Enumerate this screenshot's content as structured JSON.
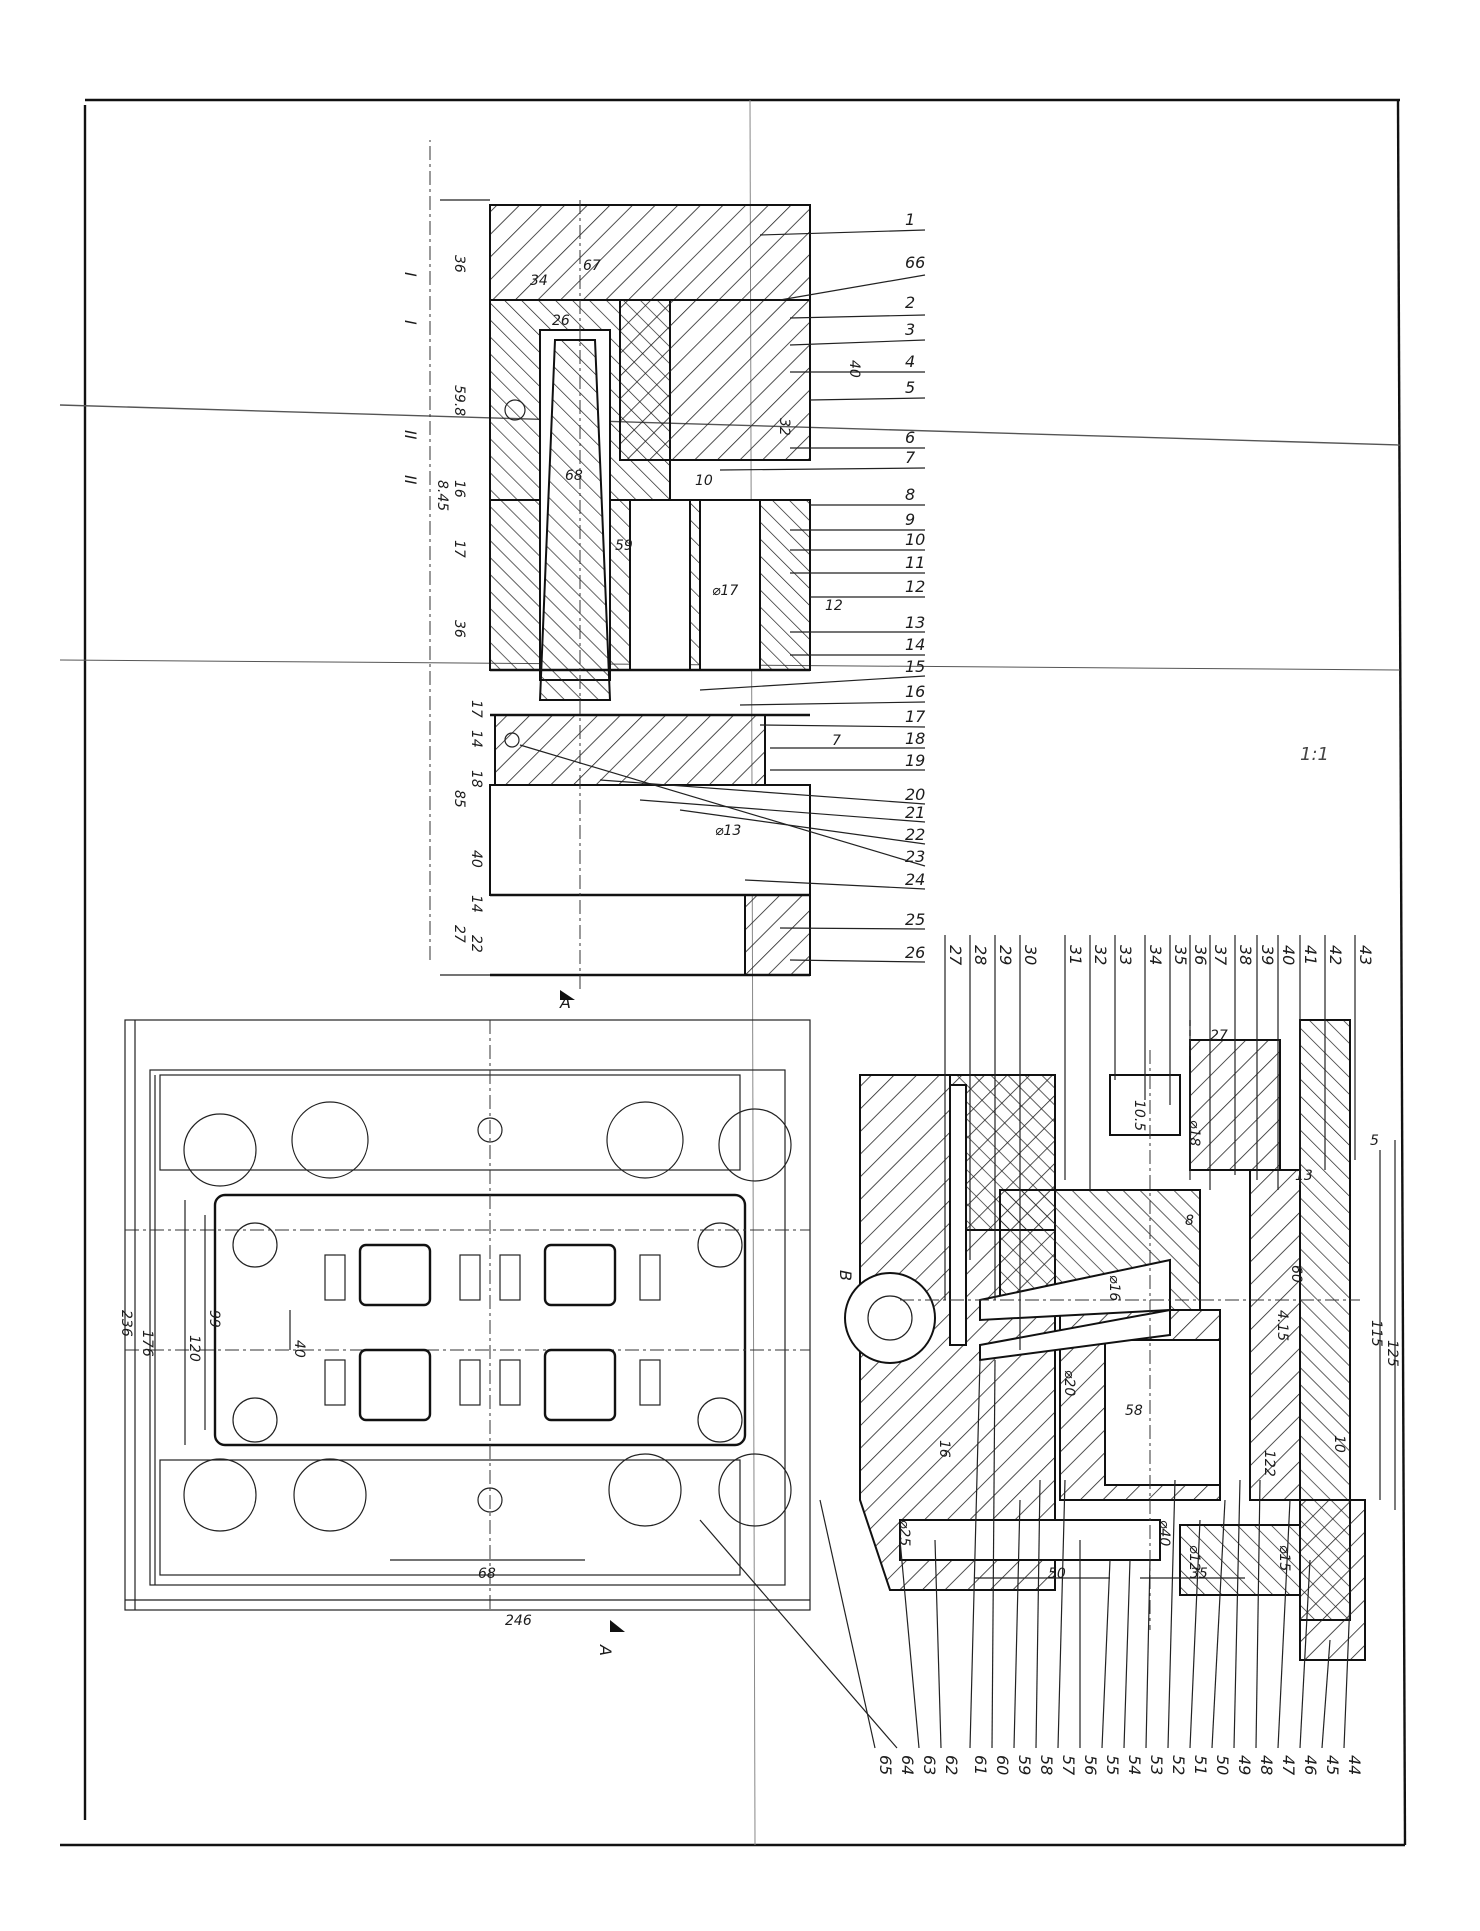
{
  "drawing": {
    "parts_upper": [
      "1",
      "66",
      "2",
      "3",
      "4",
      "5",
      "6",
      "7",
      "8",
      "9",
      "10",
      "11",
      "12",
      "13",
      "14",
      "15",
      "16",
      "17",
      "18",
      "19",
      "20",
      "21",
      "22",
      "23",
      "24",
      "25",
      "26"
    ],
    "parts_lower_top": [
      "27",
      "28",
      "29",
      "30",
      "31",
      "32",
      "33",
      "34",
      "35",
      "36",
      "37",
      "38",
      "39",
      "40",
      "41",
      "42",
      "43"
    ],
    "parts_lower_bottom": [
      "65",
      "64",
      "63",
      "62",
      "61",
      "60",
      "59",
      "58",
      "57",
      "56",
      "55",
      "54",
      "53",
      "52",
      "51",
      "50",
      "49",
      "48",
      "47",
      "46",
      "45",
      "44"
    ],
    "upper_vertical_dims": [
      "36",
      "59.8",
      "16",
      "8.45",
      "17",
      "36",
      "17",
      "14",
      "18",
      "85",
      "40",
      "14",
      "27",
      "22"
    ],
    "upper_top_dims": [
      "67",
      "34",
      "26"
    ],
    "upper_inner_dims": [
      "40",
      "32",
      "⌀17",
      "⌀13",
      "7",
      "12",
      "59",
      "10",
      "68"
    ],
    "section_marks": {
      "I": "I",
      "II": "II",
      "A": "A",
      "B": "B"
    },
    "plan_dims": {
      "width_246": "246",
      "height_236": "236",
      "height_176": "176",
      "inner_120": "120",
      "inner_99": "99",
      "inner_40": "40",
      "bottom_68": "68"
    },
    "lower_dims": [
      "50",
      "35",
      "58",
      "60",
      "27",
      "16",
      "10",
      "122",
      "115",
      "125",
      "4.15",
      "⌀25",
      "⌀16",
      "⌀40",
      "⌀20",
      "⌀18",
      "⌀15",
      "⌀12",
      "8",
      "5",
      "13",
      "10.5"
    ],
    "faded_note": "1:1"
  }
}
